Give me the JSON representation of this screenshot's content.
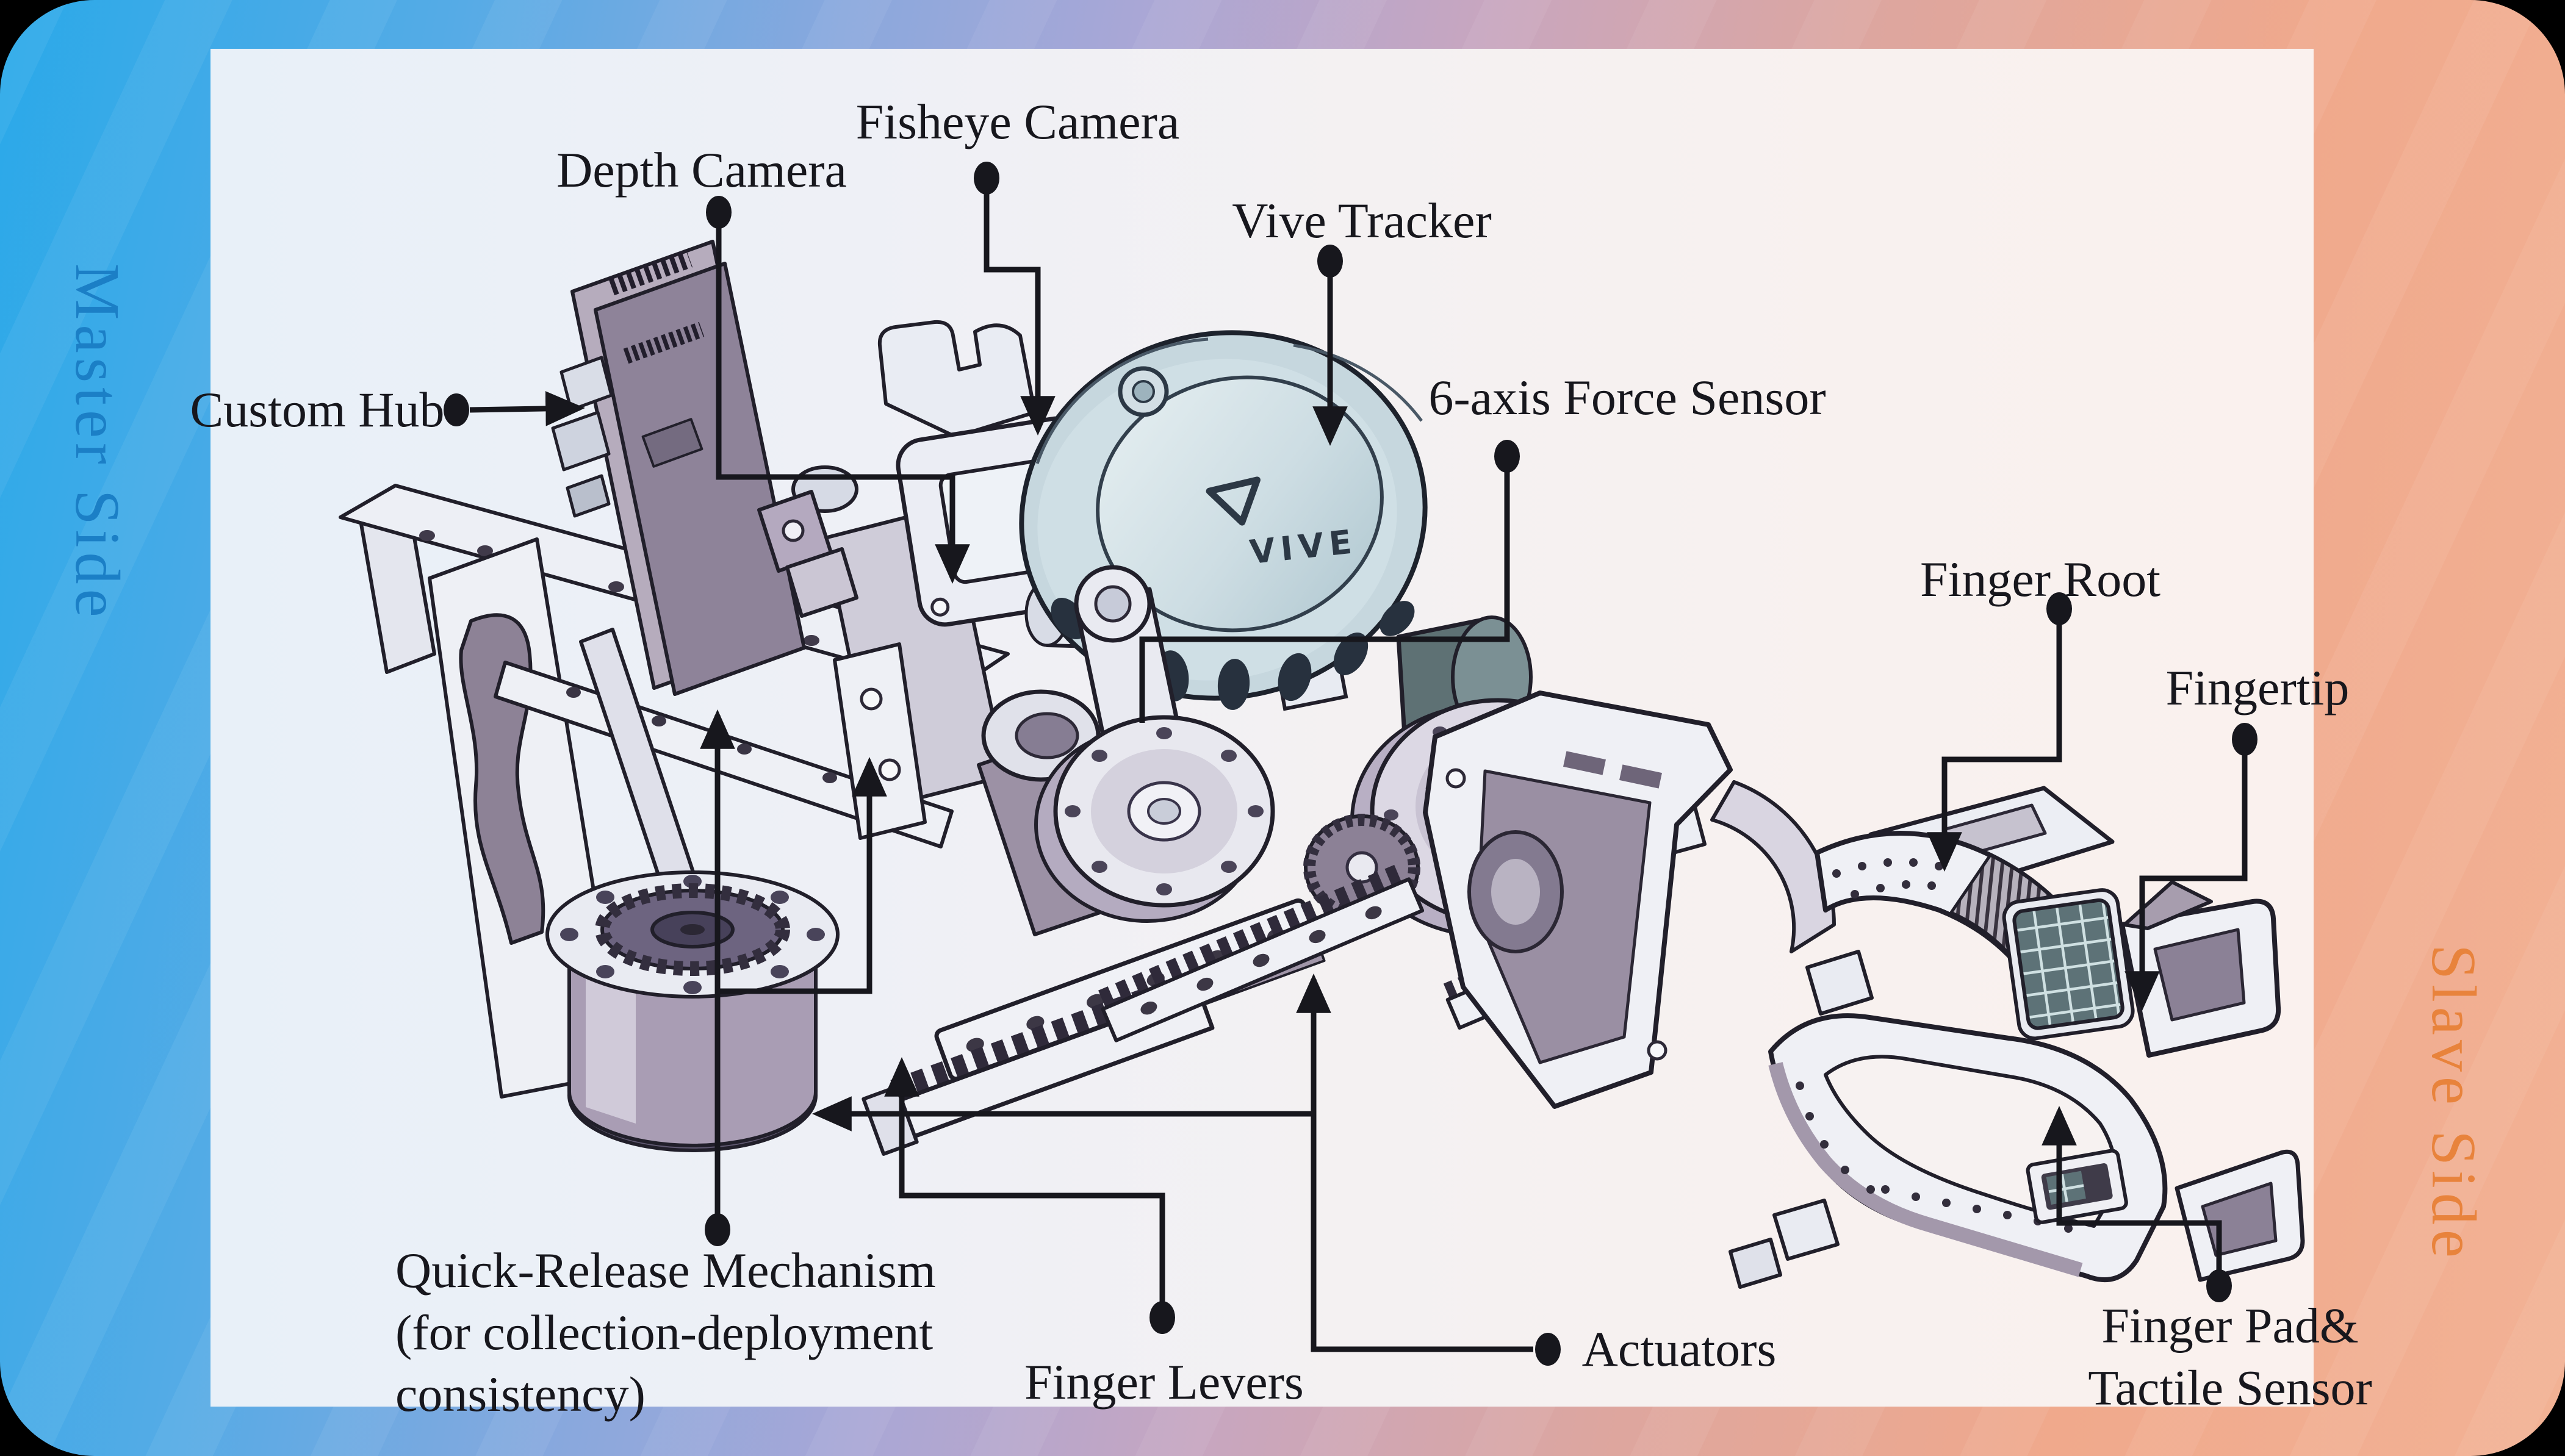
{
  "side_labels": {
    "master": "Master Side",
    "slave": "Slave Side"
  },
  "labels": {
    "depth_camera": "Depth Camera",
    "fisheye_camera": "Fisheye Camera",
    "vive_tracker": "Vive Tracker",
    "custom_hub": "Custom Hub",
    "force_sensor": "6-axis Force Sensor",
    "finger_root": "Finger Root",
    "fingertip": "Fingertip",
    "quick_release": "Quick-Release Mechanism\n(for collection-deployment\nconsistency)",
    "finger_levers": "Finger Levers",
    "actuators": "Actuators",
    "finger_pad": "Finger Pad&\nTactile Sensor"
  },
  "device_text": {
    "vive_logo": "VIVE"
  },
  "colors": {
    "ink": "#17171d",
    "master_blue": "#1b7fc6",
    "slave_orange": "#e8833c",
    "card_blue": "#2aa9e9",
    "card_lavender": "#a9a7d6",
    "card_salmon": "#f0a98c",
    "panel_left": "#e8f0f8",
    "panel_right": "#faf1ee",
    "tracker_shell": "#c6d7de",
    "tactile_teal": "#5d7277"
  }
}
